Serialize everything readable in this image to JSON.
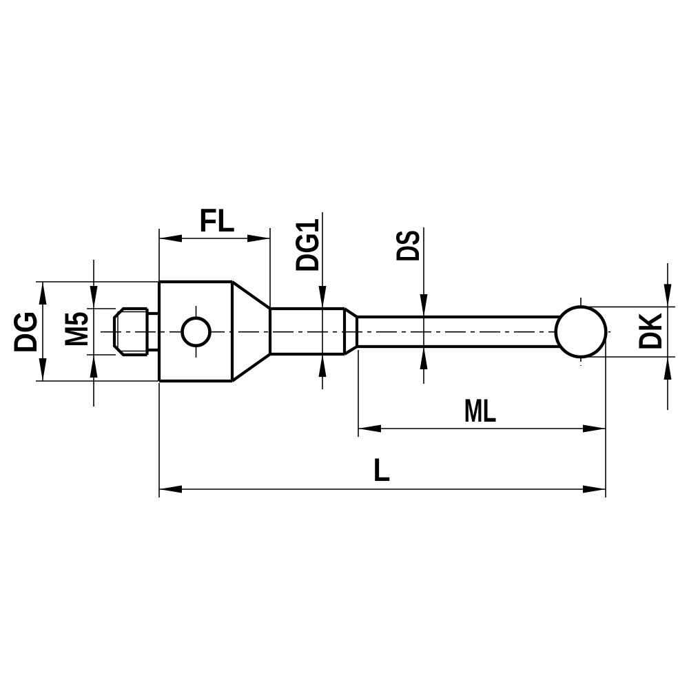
{
  "drawing": {
    "background_color": "#ffffff",
    "line_color": "#000000",
    "labels": {
      "fl": "FL",
      "dg1": "DG1",
      "ds": "DS",
      "dg": "DG",
      "m5": "M5",
      "dk": "DK",
      "ml": "ML",
      "l": "L"
    }
  }
}
